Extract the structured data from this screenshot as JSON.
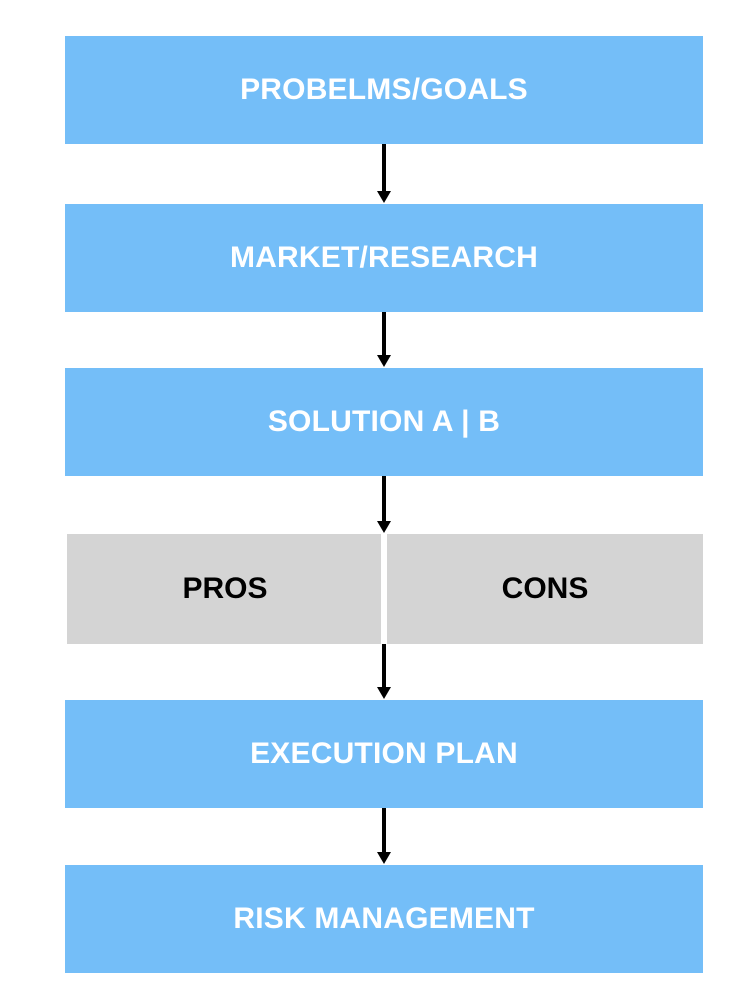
{
  "diagram": {
    "type": "flowchart",
    "orientation": "vertical",
    "colors": {
      "process_fill": "#74bef8",
      "process_text": "#ffffff",
      "split_fill": "#d4d4d4",
      "split_text": "#000000",
      "connector": "#000000",
      "background": "#ffffff"
    },
    "nodes": [
      {
        "id": "problems",
        "label": "PROBELMS/GOALS",
        "shape": "rectangle",
        "fill": "#74bef8"
      },
      {
        "id": "market",
        "label": "MARKET/RESEARCH",
        "shape": "rectangle",
        "fill": "#74bef8"
      },
      {
        "id": "solution",
        "label": "SOLUTION A | B",
        "shape": "rectangle",
        "fill": "#74bef8"
      },
      {
        "id": "execution",
        "label": "EXECUTION PLAN",
        "shape": "rectangle",
        "fill": "#74bef8"
      },
      {
        "id": "risk",
        "label": "RISK MANAGEMENT",
        "shape": "rectangle",
        "fill": "#74bef8"
      }
    ],
    "split_row": {
      "id": "pros-cons",
      "cells": [
        {
          "id": "pros",
          "label": "PROS",
          "fill": "#d4d4d4"
        },
        {
          "id": "cons",
          "label": "CONS",
          "fill": "#d4d4d4"
        }
      ]
    },
    "edges": [
      {
        "from": "problems",
        "to": "market",
        "style": "arrow-down"
      },
      {
        "from": "market",
        "to": "solution",
        "style": "arrow-down"
      },
      {
        "from": "solution",
        "to": "pros-cons",
        "style": "arrow-down"
      },
      {
        "from": "pros-cons",
        "to": "execution",
        "style": "arrow-down"
      },
      {
        "from": "execution",
        "to": "risk",
        "style": "arrow-down"
      }
    ]
  }
}
